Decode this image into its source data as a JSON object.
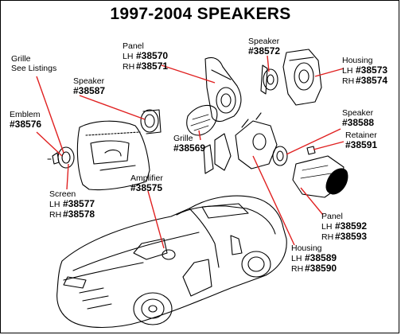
{
  "title": "1997-2004 SPEAKERS",
  "colors": {
    "leader": "#e02020",
    "ink": "#000000"
  },
  "callouts": {
    "panel_front": {
      "name": "Panel",
      "lh_label": "LH",
      "lh": "#38570",
      "rh_label": "RH",
      "rh": "#38571"
    },
    "speaker_top": {
      "name": "Speaker",
      "part": "#38572"
    },
    "housing_top": {
      "name": "Housing",
      "lh_label": "LH",
      "lh": "#38573",
      "rh_label": "RH",
      "rh": "#38574"
    },
    "grille_listings": {
      "line1": "Grille",
      "line2": "See Listings"
    },
    "speaker_door": {
      "name": "Speaker",
      "part": "#38587"
    },
    "emblem": {
      "name": "Emblem",
      "part": "#38576"
    },
    "grille_front": {
      "name": "Grille",
      "part": "#38569"
    },
    "speaker_rear": {
      "name": "Speaker",
      "part": "#38588"
    },
    "retainer": {
      "name": "Retainer",
      "part": "#38591"
    },
    "amplifier": {
      "name": "Amplifier",
      "part": "#38575"
    },
    "screen": {
      "name": "Screen",
      "lh_label": "LH",
      "lh": "#38577",
      "rh_label": "RH",
      "rh": "#38578"
    },
    "panel_rear": {
      "name": "Panel",
      "lh_label": "LH",
      "lh": "#38592",
      "rh_label": "RH",
      "rh": "#38593"
    },
    "housing_rear": {
      "name": "Housing",
      "lh_label": "LH",
      "lh": "#38589",
      "rh_label": "RH",
      "rh": "#38590"
    }
  }
}
